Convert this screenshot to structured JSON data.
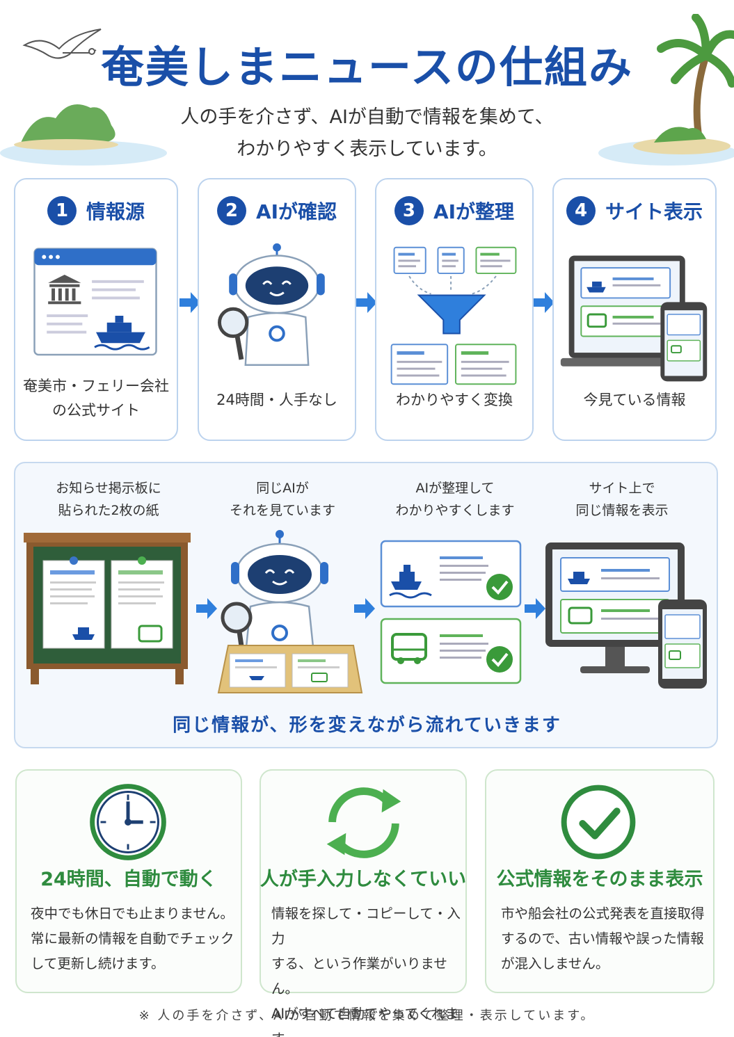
{
  "header": {
    "title": "奄美しまニュースの仕組み",
    "subtitle_line1": "人の手を介さず、AIが自動で情報を集めて、",
    "subtitle_line2": "わかりやすく表示しています。"
  },
  "steps": [
    {
      "num": "1",
      "title": "情報源",
      "caption_line1": "奄美市・フェリー会社",
      "caption_line2": "の公式サイト"
    },
    {
      "num": "2",
      "title": "AIが確認",
      "caption_line1": "24時間・人手なし",
      "caption_line2": ""
    },
    {
      "num": "3",
      "title": "AIが整理",
      "caption_line1": "わかりやすく変換",
      "caption_line2": ""
    },
    {
      "num": "4",
      "title": "サイト表示",
      "caption_line1": "今見ている情報",
      "caption_line2": ""
    }
  ],
  "flow": {
    "captions": [
      {
        "line1": "お知らせ掲示板に",
        "line2": "貼られた2枚の紙"
      },
      {
        "line1": "同じAIが",
        "line2": "それを見ています"
      },
      {
        "line1": "AIが整理して",
        "line2": "わかりやすくします"
      },
      {
        "line1": "サイト上で",
        "line2": "同じ情報を表示"
      }
    ],
    "footer": "同じ情報が、形を変えながら流れていきます"
  },
  "features": [
    {
      "icon": "clock-icon",
      "title": "24時間、自動で動く",
      "lines": [
        "夜中でも休日でも止まりません。",
        "常に最新の情報を自動でチェック",
        "して更新し続けます。"
      ]
    },
    {
      "icon": "refresh-icon",
      "title": "人が手入力しなくていい",
      "lines": [
        "情報を探して・コピーして・入力",
        "する、という作業がいりません。",
        "AIがすべて自動でやってくれます。"
      ]
    },
    {
      "icon": "check-circle-icon",
      "title": "公式情報をそのまま表示",
      "lines": [
        "市や船会社の公式発表を直接取得",
        "するので、古い情報や誤った情報",
        "が混入しません。"
      ]
    }
  ],
  "footnote": "※ 人の手を介さず、AIが自動で情報を集めて整理・表示しています。",
  "colors": {
    "primary_blue": "#1a4fa8",
    "accent_blue": "#2f7fdc",
    "green": "#2e8b3e",
    "light_green": "#7cc36e"
  }
}
